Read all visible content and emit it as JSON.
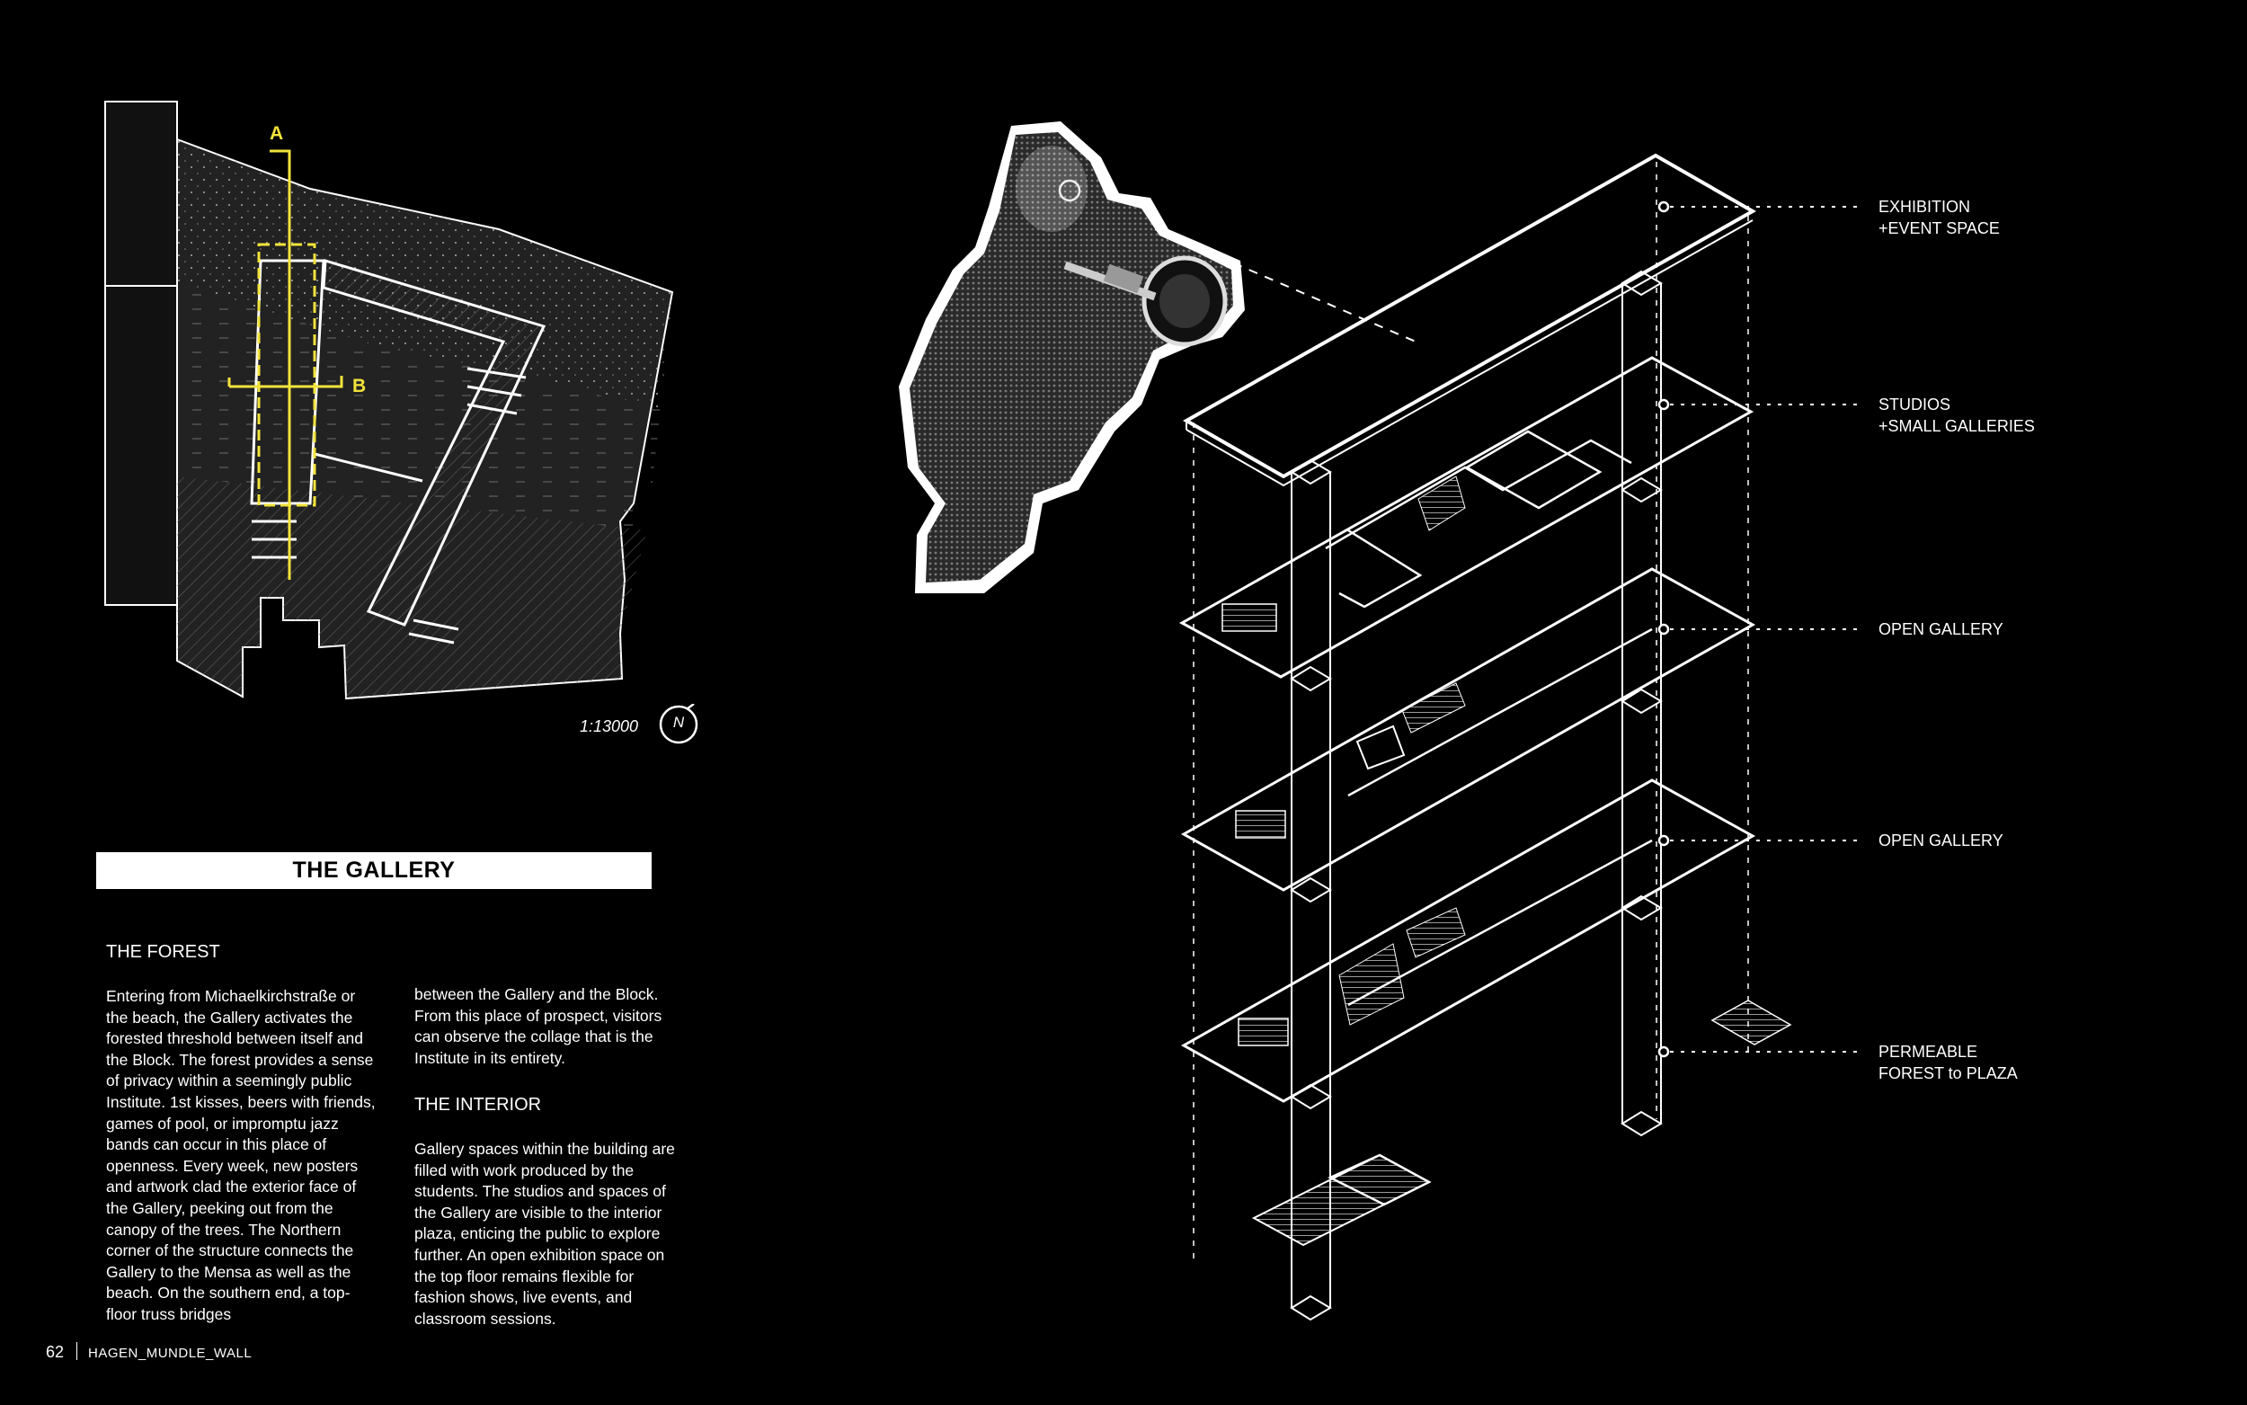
{
  "page": {
    "number": "62",
    "project": "HAGEN_MUNDLE_WALL"
  },
  "site_plan": {
    "scale": "1:13000",
    "north": "N",
    "section_a": "A",
    "section_b": "B",
    "highlight_color": "#f2e33a"
  },
  "section": {
    "title": "THE GALLERY",
    "forest": {
      "heading": "THE FOREST",
      "text": "Entering from Michaelkirchstraße or the beach, the Gallery activates the forested threshold between itself and the Block. The forest provides a sense of privacy within a seemingly public Institute.  1st kisses, beers with friends, games of pool, or impromptu jazz bands can occur in this place of openness.  Every week, new posters and artwork clad the exterior face of the Gallery, peeking out from the canopy of the trees. The Northern corner of the structure connects the Gallery to the Mensa as well as the beach. On the southern end, a top-floor truss bridges",
      "continued": "between the Gallery and the Block. From this place of prospect, visitors can observe the collage that is the Institute in its entirety."
    },
    "interior": {
      "heading": "THE INTERIOR",
      "text": "Gallery spaces within the building are filled with work produced by the students. The studios and spaces of the Gallery are visible to the interior plaza, enticing the public to explore further. An open exhibition space on the top floor remains flexible for fashion shows, live events, and classroom sessions."
    }
  },
  "axonometric": {
    "labels": [
      {
        "line1": "EXHIBITION",
        "line2": "+EVENT SPACE"
      },
      {
        "line1": "STUDIOS",
        "line2": "+SMALL GALLERIES"
      },
      {
        "line1": "OPEN GALLERY",
        "line2": ""
      },
      {
        "line1": "OPEN GALLERY",
        "line2": ""
      },
      {
        "line1": "PERMEABLE",
        "line2": "FOREST to PLAZA"
      }
    ]
  },
  "icons": {
    "north_arrow": "north-arrow-icon",
    "trumpet_player": "trumpet-player-cutout"
  }
}
